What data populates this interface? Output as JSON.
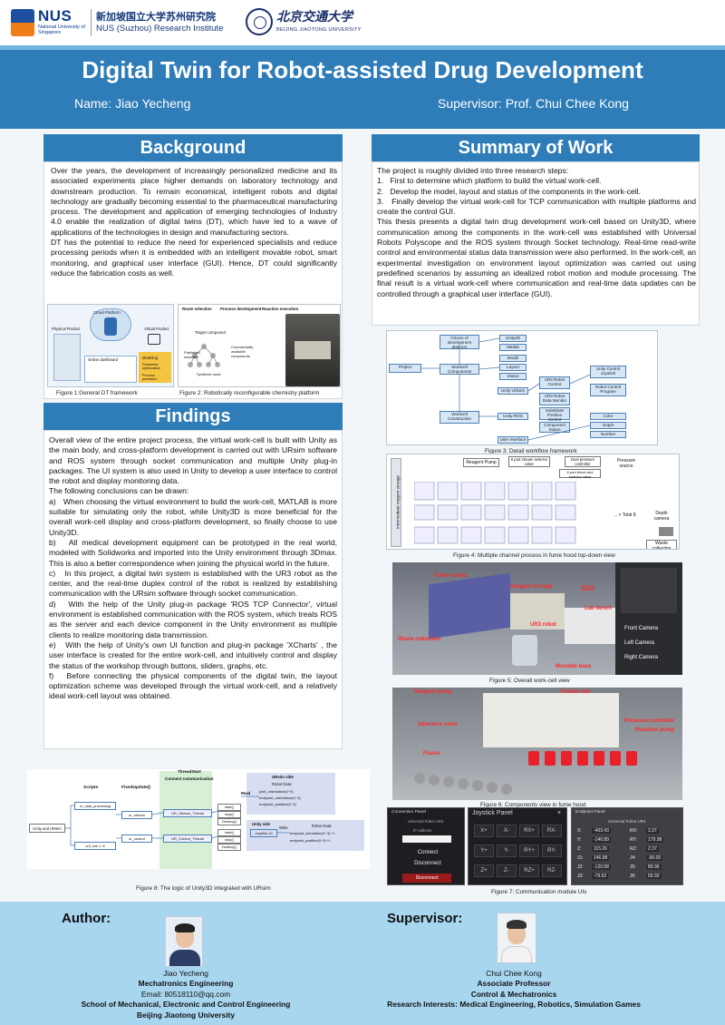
{
  "header": {
    "nus_logo_text": "NUS",
    "nus_logo_sub": "National University of Singapore",
    "institute_cn": "新加坡国立大学苏州研究院",
    "institute_en": "NUS (Suzhou) Research Institute",
    "bjtu_cn": "北京交通大学",
    "bjtu_en": "BEIJING JIAOTONG UNIVERSITY"
  },
  "title": "Digital Twin for Robot-assisted Drug Development",
  "name_line": "Name: Jiao Yecheng",
  "supervisor_line": "Supervisor: Prof. Chui Chee Kong",
  "background": {
    "heading": "Background",
    "p1": "Over the years, the development of increasingly personalized medicine and its associated experiments place higher demands on laboratory technology and downstream production. To remain economical, intelligent robots and digital technology are gradually becoming essential to the pharmaceutical manufacturing process. The development and application of emerging technologies of Industry 4.0 enable the realization of digital twins (DT), which have led to a wave of applications of the technologies in design and manufacturing sectors.",
    "p2": "DT has the potential to reduce the need for experienced specialists and reduce processing periods when it is embedded with an intelligent movable robot, smart monitoring, and graphical user interface (GUI). Hence, DT could significantly reduce the fabrication costs as well.",
    "fig1_caption": "Figure 1:General DT framework",
    "fig2_caption": "Figure 2: Robotically reconfigurable chemistry platform",
    "fig1_labels": {
      "cloud": "Cloud Platform",
      "physical": "Physical Product",
      "virtual": "Virtual Product",
      "dashboard": "Online dashboard",
      "modeling": "Modeling",
      "parameter": "Parameter optimization",
      "process": "Process prediction"
    },
    "fig2_labels": {
      "route": "Route selection",
      "process": "Process development",
      "reaction": "Reaction execution",
      "target": "Target compound",
      "published": "Published reactions",
      "commercial": "Commercially available compounds",
      "synthetic": "Synthetic route"
    }
  },
  "findings": {
    "heading": "Findings",
    "intro": "Overall view of the entire project process, the virtual work-cell is built with Unity as the main body, and cross-platform development is carried out with URsim software and ROS system through socket communication and multiple Unity plug-in packages. The UI system is also used in Unity to develop a user interface to control the robot and display monitoring data.",
    "conclusions_lead": "The following conclusions can be drawn:",
    "a": "a)   When choosing the virtual environment to build the work-cell, MATLAB is more suitable for simulating only the robot, while Unity3D is more beneficial for the overall work-cell display and cross-platform development, so finally choose to use Unity3D.",
    "b": "b)   All medical development equipment can be prototyped in the real world, modeled with Solidworks and imported into the Unity environment through 3Dmax. This is also a better correspondence when joining the physical world in the future.",
    "c": "c)   In this project, a digital twin system is established with the UR3 robot as the center, and the real-time duplex control of the robot is realized by establishing communication with the URsim software through socket communication.",
    "d": "d)   With the help of the Unity plug-in package 'ROS TCP Connector', virtual environment is established communication with the ROS system, which treats ROS as the server and each device component in the Unity environment as multiple clients to realize monitoring data transmission.",
    "e": "e)   With the help of Unity's own UI function and plug-in package 'XCharts' , the user interface is created for the entire work-cell, and intuitively control and display the status of the workshop through buttons, sliders, graphs, etc.",
    "f": "f)   Before connecting the physical components of the digital twin, the layout optimization scheme was developed through the virtual work-cell, and a relatively ideal work-cell layout was obtained."
  },
  "summary": {
    "heading": "Summary of Work",
    "lead": "The project is roughly divided into three research steps:",
    "s1": "1.   First to determine which platform to build the virtual work-cell.",
    "s2": "2.   Develop the model, layout and status of the components in the work-cell.",
    "s3": "3.   Finally develop the virtual work-cell for TCP communication with multiple platforms and create the control GUI.",
    "p": "This thesis presents a digital twin drug development work-cell based on Unity3D, where communication among the components in the work-cell was established with Universal Robots Polyscope and the ROS system through Socket technology. Real-time read-write control and environmental status data transmission were also performed. In the work-cell, an experimental investigation on environment layout optimization was carried out using predefined scenarios by assuming an idealized robot motion and module processing. The final result is a virtual work-cell where communication and real-time data updates can be controlled through a graphical user interface (GUI)."
  },
  "fig3": {
    "caption": "Figure 3: Detail workflow framework",
    "nodes": [
      "Project",
      "Choice of development platform",
      "Workcell Components",
      "Workcell Construction",
      "Unity3D",
      "Matlab",
      "Model",
      "Layout",
      "Status",
      "Unity-Urbsim",
      "Unity-ROS",
      "User Interface",
      "UR3 Robot Control",
      "UR3 Robot Data Monitor",
      "Substitute Position Control",
      "Component Status",
      "Unity Control Joystick",
      "Robot Control Program",
      "Color",
      "Graph",
      "Number"
    ]
  },
  "fig4": {
    "caption": "Figure 4: Multiple channel process in fume hood top-down view",
    "labels": {
      "reagent_pump": "Reagent Pump",
      "selector": "8 port stream selector valve",
      "pressure_ctrl": "Dual pressure controller",
      "pressure_src": "Pressure source",
      "storage": "Intermediate reagent storage",
      "total": "... × Total 8",
      "camera": "Depth camera",
      "waste": "Waste collection",
      "selector_hidden": "8 port blood and selector valve"
    }
  },
  "fig5": {
    "caption": "Figure 5: Overall work-cell view",
    "labels": {
      "fume": "Fume hoods",
      "reagent": "Reagent storage",
      "gui": "GUI",
      "lab": "Lab bench",
      "ur3": "UR3 robot",
      "waste": "Waste collection",
      "base": "Movable base"
    },
    "buttons": [
      "Front Camera",
      "Left Camera",
      "Right Camera"
    ]
  },
  "fig6": {
    "caption": "Figure 6: Components view in fume hood",
    "labels": {
      "pump": "Reagent pump",
      "pocket": "Pocket tool",
      "selectors": "Selectors valve",
      "pressure": "Pressure controller",
      "reaction": "Reaction pump",
      "flasks": "Flasks"
    }
  },
  "fig7": {
    "caption": "Figure 7: Communication module UIs",
    "connection_title": "Connection Panel",
    "connection_sub": "Universal Robot UR3",
    "ip_label": "IP Address",
    "connect": "Connect",
    "disconnect": "Disconnect",
    "disconnect2": "Disconnect",
    "joystick_title": "Joystick Panel",
    "joystick_buttons": [
      "X+",
      "X-",
      "RX+",
      "RX-",
      "Y+",
      "Y-",
      "RY+",
      "RY-",
      "Z+",
      "Z-",
      "RZ+",
      "RZ-"
    ],
    "endpoint_title": "Endpoint Panel",
    "endpoint_sub": "Universal Robot UR3",
    "endpoint_rows": [
      [
        "X:",
        "-403.43",
        "RX:",
        "2.37"
      ],
      [
        "Y:",
        "-140.89",
        "RY:",
        "179.98"
      ],
      [
        "Z:",
        "115.26",
        "RZ:",
        "2.37"
      ],
      [
        "J1:",
        "146.88",
        "J4:",
        "-90.00"
      ],
      [
        "J2:",
        "-120.58",
        "J5:",
        "89.96"
      ],
      [
        "J3:",
        "-79.52",
        "J6:",
        "56.92"
      ]
    ]
  },
  "fig8": {
    "caption": "Figure 8: The logic of Unity3D integrated with URsim",
    "thread_start": "ThreadStart",
    "connect_comm": "Connect communication",
    "scripts": "Scripts",
    "fixed_update": "FixedUpdate()",
    "unity_urbsim": "Unity and URsim",
    "ur_data": "ur_data_processing",
    "ur3_link": "ur3_link 1~6",
    "ur_stream": "ur_stream",
    "ur_control": "ur_control",
    "stream_thread": "UR_Stream_Thread",
    "control_thread": "UR_Control_Thread",
    "start": "start()",
    "stop": "stop()",
    "destroy": "Destroy()",
    "urbsim_side": "URsim side",
    "robot_data": "Robot Data:",
    "joint_orientation": "joint_orientation(0~5)",
    "endpoint_orientation": "endpoint_orientation(0~3)",
    "endpoint_position": "endpoint_position(0~3)",
    "read": "Read",
    "write": "Write",
    "unity_side": "Unity side",
    "joystick_ui": "Joystick UI",
    "robot_data2": "Robot Data:",
    "ep_orient_w": "endpoint_orientation(0~3) +/-",
    "ep_pos_w": "endpoint_position(0~3) +/-"
  },
  "author": {
    "heading": "Author:",
    "name": "Jiao Yecheng",
    "major": "Mechatronics Engineering",
    "email": "Email: 80518110@qq.com",
    "school": "School of Mechanical, Electronic and Control Engineering",
    "university": "Beijing Jiaotong University"
  },
  "supervisor": {
    "heading": "Supervisor:",
    "name": "Chui Chee Kong",
    "title": "Associate Professor",
    "dept": "Control & Mechatronics",
    "interests": "Research Interests: Medical Engineering, Robotics, Simulation Games"
  },
  "colors": {
    "primary": "#2e7cb8",
    "footer": "#a8d6ef",
    "accent_red": "#ff2b2b"
  }
}
